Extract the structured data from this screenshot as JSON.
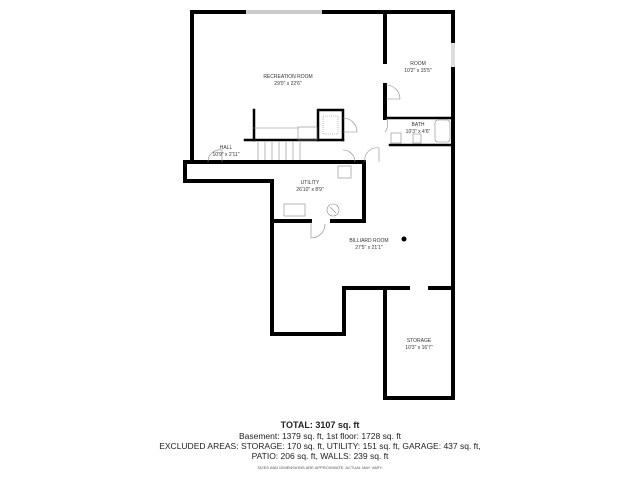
{
  "rooms": [
    {
      "name": "RECREATION ROOM",
      "dims": "29'0\" x 22'6\""
    },
    {
      "name": "ROOM",
      "dims": "10'2\" x 15'5\""
    },
    {
      "name": "BATH",
      "dims": "10'3\" x 4'6\""
    },
    {
      "name": "HALL",
      "dims": "10'9\" x 2'11\""
    },
    {
      "name": "UTILITY",
      "dims": "26'10\" x 8'9\""
    },
    {
      "name": "BILLIARD ROOM",
      "dims": "27'5\" x 21'1\""
    },
    {
      "name": "STORAGE",
      "dims": "10'3\" x 16'7\""
    }
  ],
  "summary": {
    "total": "TOTAL: 3107 sq. ft",
    "floors": "Basement: 1379 sq. ft, 1st floor: 1728 sq. ft",
    "excluded": "EXCLUDED AREAS: STORAGE: 170 sq. ft, UTILITY: 151 sq. ft, GARAGE: 437 sq. ft,",
    "excluded2": "PATIO: 206 sq. ft, WALLS: 239 sq. ft",
    "note": "SIZES AND DIMENSIONS ARE APPROXIMATE, ACTUAL MAY VARY."
  },
  "colors": {
    "wall": "#000000",
    "window": "#cccccc",
    "fixture": "#888888"
  }
}
